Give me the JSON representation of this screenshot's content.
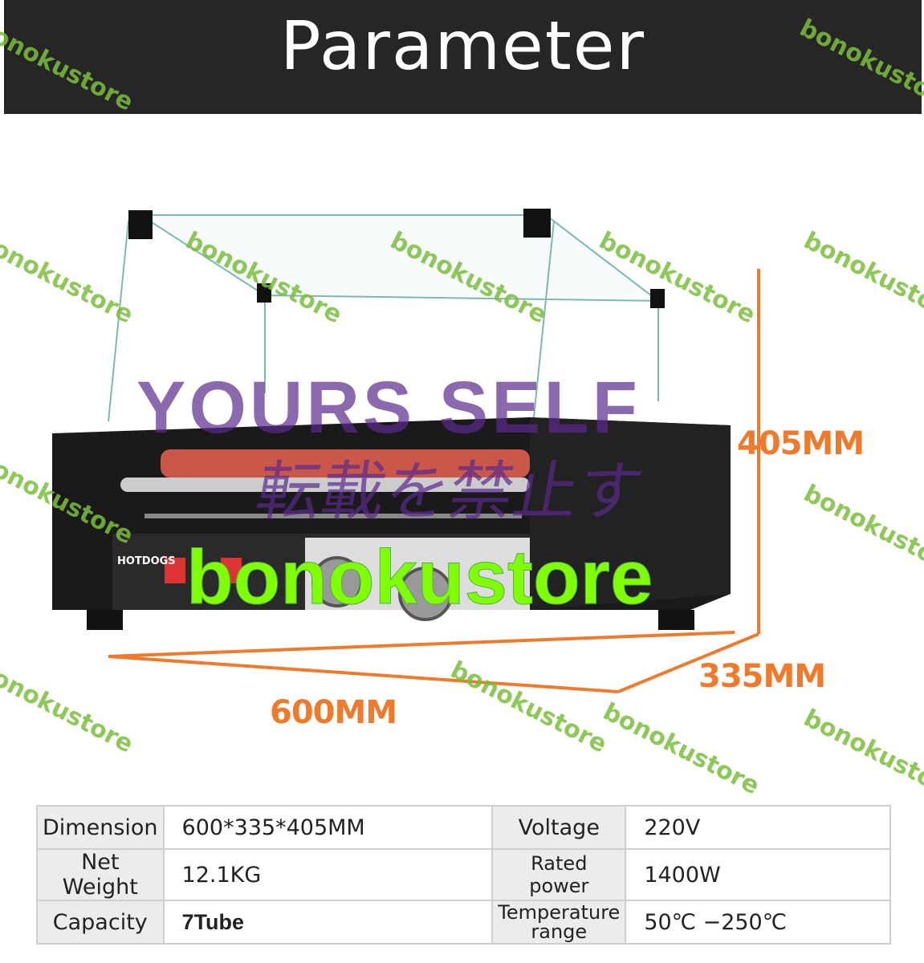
{
  "header": {
    "title": "Parameter"
  },
  "dimensions": {
    "height": "405MM",
    "depth": "335MM",
    "width": "600MM"
  },
  "product": {
    "logo_text": "HOTDOGS"
  },
  "watermarks": {
    "store": "bonokustore",
    "yours_self": "YOURS SELF",
    "japanese": "転載を禁止す"
  },
  "colors": {
    "header_bg": "#262626",
    "dimension_orange": "#f07a2c",
    "watermark_green": "#7bbf3d",
    "watermark_lime": "#7fff00",
    "watermark_purple": "#5b2a8c"
  },
  "specs": {
    "rows": [
      {
        "label1": "Dimension",
        "value1": "600*335*405MM",
        "label2": "Voltage",
        "value2": "220V"
      },
      {
        "label1": "Net Weight",
        "value1": "12.1KG",
        "label2": "Rated power",
        "value2": "1400W"
      },
      {
        "label1": "Capacity",
        "value1": "7Tube",
        "label2": "Temperature range",
        "value2": "50℃ −250℃"
      }
    ]
  }
}
